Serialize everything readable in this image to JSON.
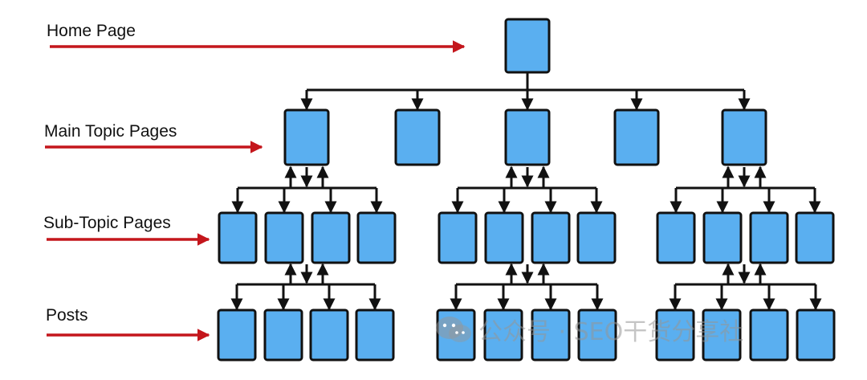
{
  "labels": {
    "home": "Home Page",
    "main": "Main Topic Pages",
    "sub": "Sub-Topic Pages",
    "posts": "Posts"
  },
  "watermark": {
    "text": "公众号 · SEO干货分享社"
  },
  "colors": {
    "node_fill": "#5aaff0",
    "node_stroke": "#111111",
    "connector": "#111111",
    "arrow_red": "#c4161c",
    "watermark": "#9a9a9a"
  },
  "tree": {
    "levels": [
      "Home Page",
      "Main Topic Pages",
      "Sub-Topic Pages",
      "Posts"
    ],
    "main_topic_count": 5,
    "expanded_main_topics": [
      1,
      3,
      5
    ],
    "sub_topics_per_branch": 4,
    "posts_per_branch": 4
  }
}
